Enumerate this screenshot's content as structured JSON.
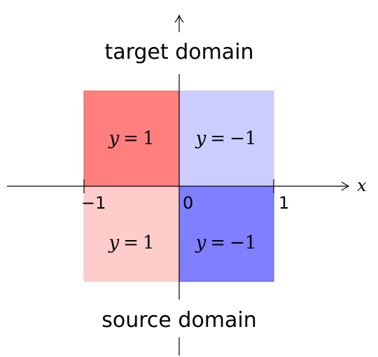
{
  "labels": {
    "target": "target domain",
    "source": "source domain",
    "x_axis": "x",
    "tick_neg1": "−1",
    "tick_zero": "0",
    "tick_one": "1"
  },
  "quadrants": [
    {
      "id": "top-left",
      "domain": "target",
      "x_range": [
        -1,
        0
      ],
      "label_var": "y",
      "label_eq": "=",
      "label_val": "1",
      "color": "#ff7f7f"
    },
    {
      "id": "top-right",
      "domain": "target",
      "x_range": [
        0,
        1
      ],
      "label_var": "y",
      "label_eq": "=",
      "label_val": "−1",
      "color": "#ccccff"
    },
    {
      "id": "bottom-left",
      "domain": "source",
      "x_range": [
        -1,
        0
      ],
      "label_var": "y",
      "label_eq": "=",
      "label_val": "1",
      "color": "#ffcccc"
    },
    {
      "id": "bottom-right",
      "domain": "source",
      "x_range": [
        0,
        1
      ],
      "label_var": "y",
      "label_eq": "=",
      "label_val": "−1",
      "color": "#7f7fff"
    }
  ],
  "colors": {
    "axis": "#000000",
    "quadrant_border_red": "#e06060",
    "quadrant_border_blue": "#5a5ad0"
  }
}
